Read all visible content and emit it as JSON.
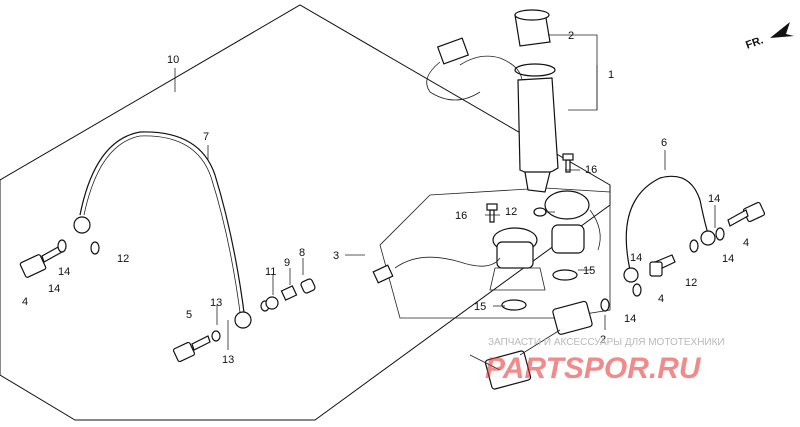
{
  "direction": {
    "text": "FR."
  },
  "callouts": [
    {
      "id": "c1",
      "text": "1"
    },
    {
      "id": "c2a",
      "text": "2"
    },
    {
      "id": "c2b",
      "text": "2"
    },
    {
      "id": "c3",
      "text": "3"
    },
    {
      "id": "c4a",
      "text": "4"
    },
    {
      "id": "c4b",
      "text": "4"
    },
    {
      "id": "c4c",
      "text": "4"
    },
    {
      "id": "c5",
      "text": "5"
    },
    {
      "id": "c6",
      "text": "6"
    },
    {
      "id": "c7",
      "text": "7"
    },
    {
      "id": "c8",
      "text": "8"
    },
    {
      "id": "c9",
      "text": "9"
    },
    {
      "id": "c10",
      "text": "10"
    },
    {
      "id": "c11",
      "text": "11"
    },
    {
      "id": "c12a",
      "text": "12"
    },
    {
      "id": "c12b",
      "text": "12"
    },
    {
      "id": "c12c",
      "text": "12"
    },
    {
      "id": "c13a",
      "text": "13"
    },
    {
      "id": "c13b",
      "text": "13"
    },
    {
      "id": "c14a",
      "text": "14"
    },
    {
      "id": "c14b",
      "text": "14"
    },
    {
      "id": "c14c",
      "text": "14"
    },
    {
      "id": "c14d",
      "text": "14"
    },
    {
      "id": "c14e",
      "text": "14"
    },
    {
      "id": "c14f",
      "text": "14"
    },
    {
      "id": "c15a",
      "text": "15"
    },
    {
      "id": "c15b",
      "text": "15"
    },
    {
      "id": "c16a",
      "text": "16"
    },
    {
      "id": "c16b",
      "text": "16"
    }
  ],
  "watermark": {
    "tagline": "ЗАПЧАСТИ И АКСЕССУАРЫ ДЛЯ МОТОТЕХНИКИ",
    "brand": "PARTSPOR.RU"
  },
  "colors": {
    "line": "#111111",
    "watermark_text": "#b9b9b9",
    "watermark_brand": "#e52b2b"
  }
}
